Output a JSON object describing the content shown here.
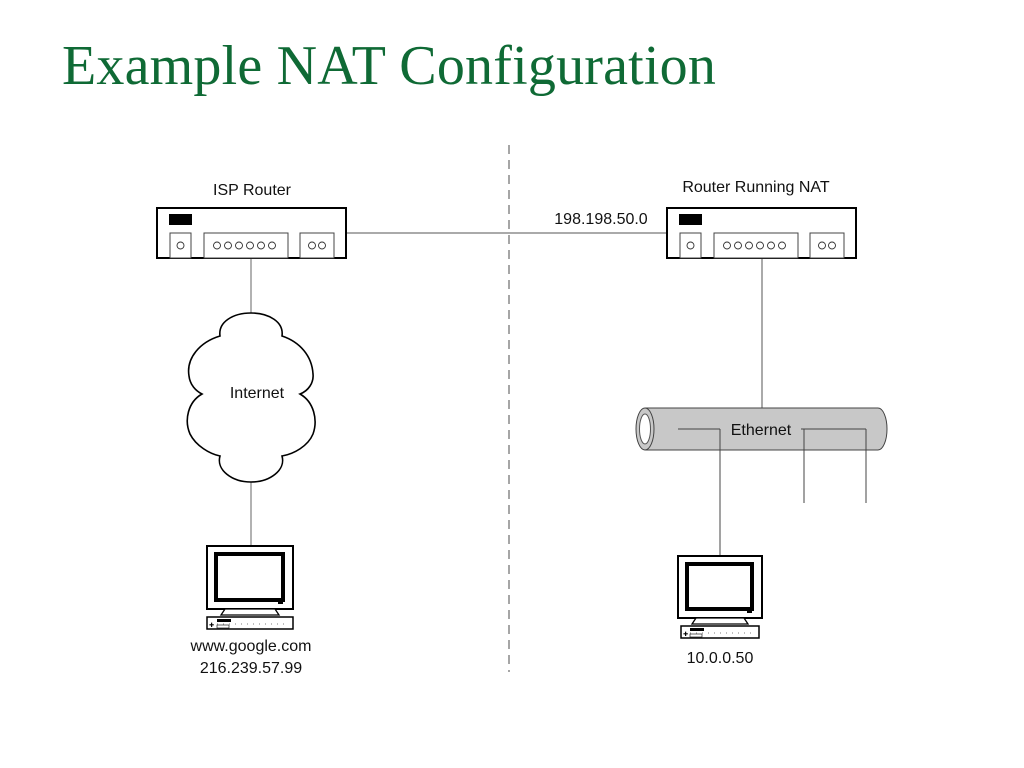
{
  "slide": {
    "title": "Example NAT Configuration",
    "accent_color": "#0f6a35"
  },
  "diagram": {
    "isp_router": {
      "label": "ISP Router",
      "icon": "router-icon"
    },
    "nat_router": {
      "label": "Router Running NAT",
      "icon": "router-icon"
    },
    "link": {
      "label": "198.198.50.0"
    },
    "cloud": {
      "label": "Internet",
      "icon": "cloud-icon"
    },
    "ethernet": {
      "label": "Ethernet",
      "icon": "ethernet-bus-icon"
    },
    "remote_host": {
      "name": "www.google.com",
      "ip": "216.239.57.99",
      "icon": "computer-icon"
    },
    "local_host": {
      "ip": "10.0.0.50",
      "icon": "computer-icon"
    }
  }
}
